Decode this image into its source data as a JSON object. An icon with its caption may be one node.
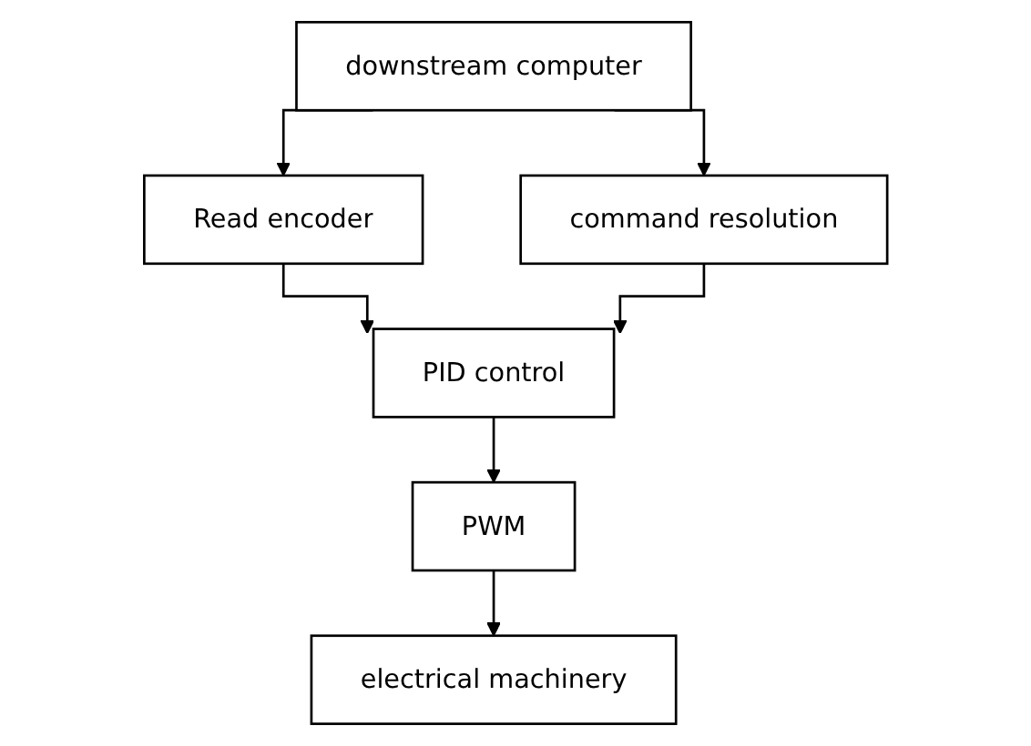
{
  "diagram": {
    "nodes": [
      {
        "text": [
          "downstream computer"
        ]
      },
      {
        "text": [
          "Read encoder"
        ]
      },
      {
        "text": [
          "command resolution"
        ]
      },
      {
        "text": [
          "PID control"
        ]
      },
      {
        "text": [
          "PWM"
        ]
      },
      {
        "text": [
          "electrical machinery"
        ]
      }
    ],
    "edges": [
      {
        "from": 0,
        "to": 1,
        "arrow": "to"
      },
      {
        "from": 0,
        "to": 2,
        "arrow": "to"
      },
      {
        "from": 1,
        "to": 3,
        "arrow": "to"
      },
      {
        "from": 2,
        "to": 3,
        "arrow": "to"
      },
      {
        "from": 3,
        "to": 4,
        "arrow": "to"
      },
      {
        "from": 4,
        "to": 5,
        "arrow": "to"
      }
    ]
  }
}
